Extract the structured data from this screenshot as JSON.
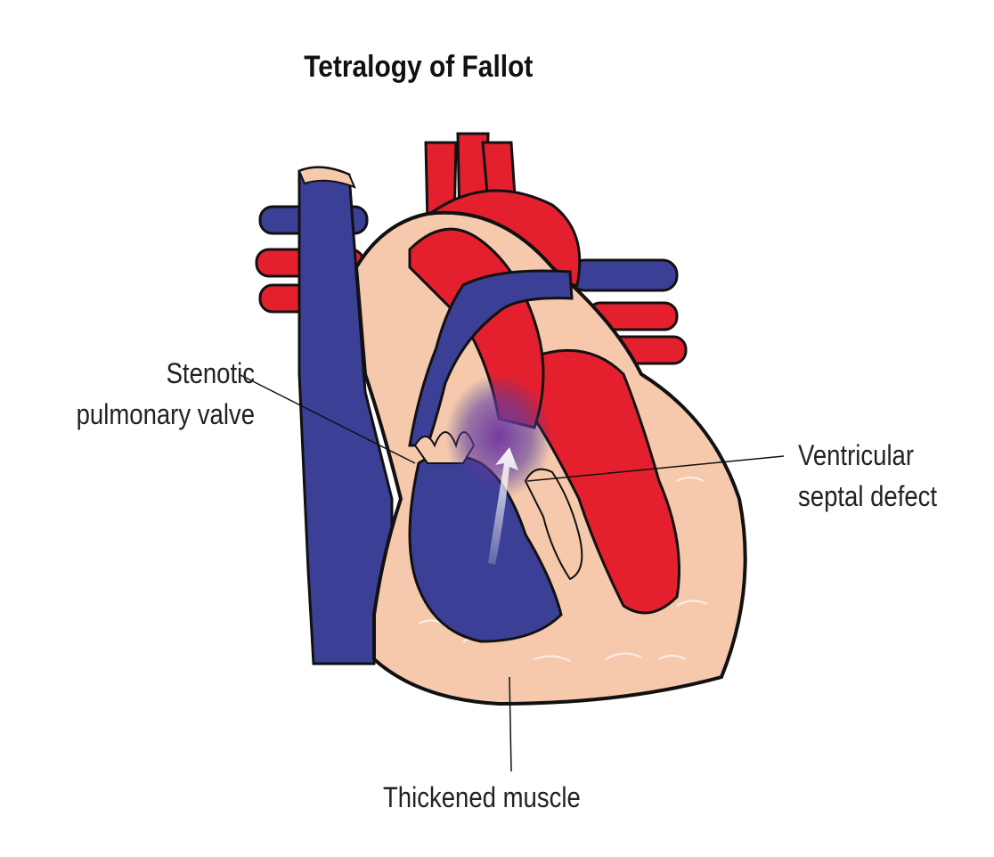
{
  "title": "Tetralogy of Fallot",
  "labels": {
    "stenotic": [
      "Stenotic",
      "pulmonary valve"
    ],
    "vsd": [
      "Ventricular",
      "septal defect"
    ],
    "muscle": "Thickened muscle"
  },
  "colors": {
    "deoxygenated": "#3b3f95",
    "oxygenated": "#e5202e",
    "muscle": "#f6c9ad",
    "outline": "#111111"
  }
}
